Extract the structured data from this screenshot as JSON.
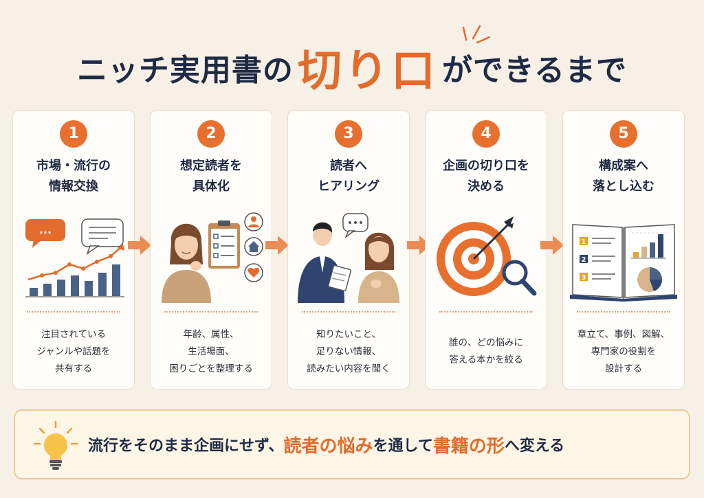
{
  "title": {
    "prefix": "ニッチ実用書の",
    "highlight": "切り口",
    "suffix": "ができるまで"
  },
  "steps": [
    {
      "number": "1",
      "title": "市場・流行の\n情報交換",
      "description": "注目されている\nジャンルや話題を\n共有する"
    },
    {
      "number": "2",
      "title": "想定読者を\n具体化",
      "description": "年齢、属性、\n生活場面、\n困りごとを整理する"
    },
    {
      "number": "3",
      "title": "読者へ\nヒアリング",
      "description": "知りたいこと、\n足りない情報、\n読みたい内容を聞く"
    },
    {
      "number": "4",
      "title": "企画の切り口を\n決める",
      "description": "誰の、どの悩みに\n答える本かを絞る"
    },
    {
      "number": "5",
      "title": "構成案へ\n落とし込む",
      "description": "章立て、事例、図解、\n専門家の役割を\n設計する"
    }
  ],
  "chat_bubble_text": "...",
  "book_items": [
    "1",
    "2",
    "3"
  ],
  "banner": {
    "part1": "流行をそのまま企画にせず、",
    "part2": "読者の悩み",
    "part3": "を通して",
    "part4": "書籍の形",
    "part5": "へ変える"
  },
  "colors": {
    "accent_orange": "#e86f2e",
    "navy": "#1f2a44",
    "background": "#f6f0e6",
    "card": "#fffdf9",
    "banner_bg": "#fdf5e6"
  }
}
